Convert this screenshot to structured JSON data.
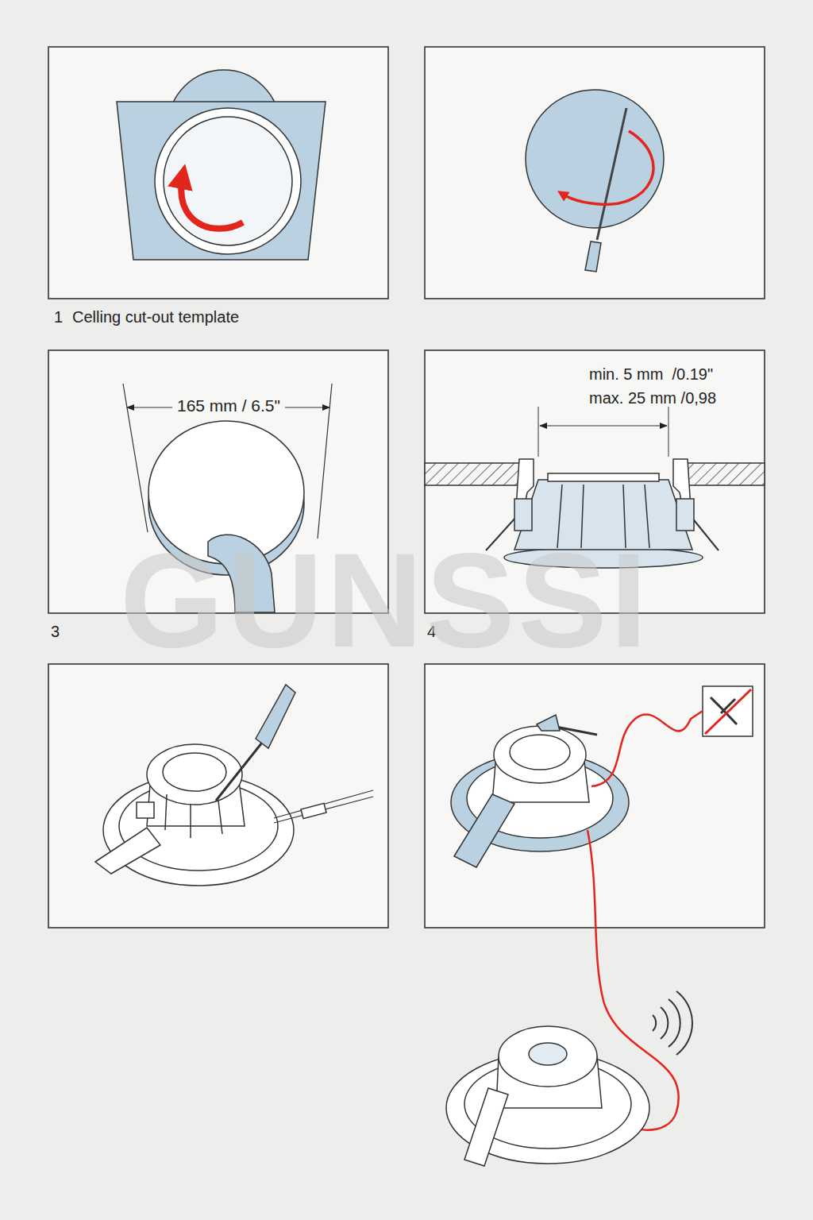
{
  "diagram": {
    "labels": [
      "1",
      "Celling cut-out template",
      "165 mm / 6.5\"",
      "min. 5 mm  /0.19\"",
      "max. 25 mm /0,98",
      "3",
      "4",
      "GUNSSI"
    ]
  }
}
